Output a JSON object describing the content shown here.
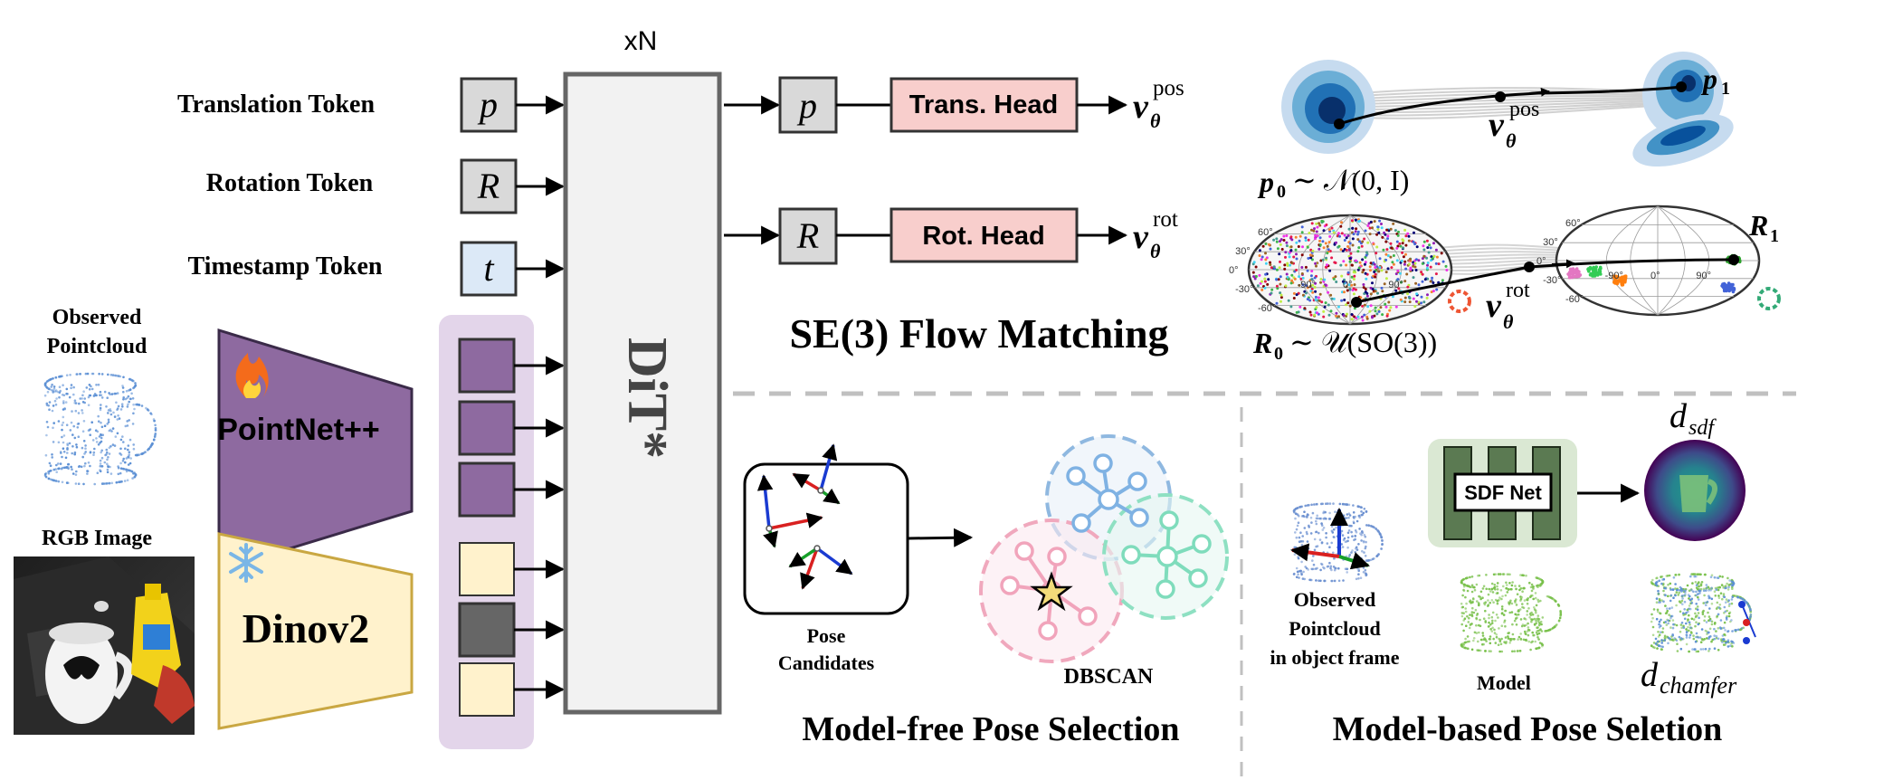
{
  "repeat_label": "xN",
  "tokens": {
    "translation": "Translation Token",
    "rotation": "Rotation Token",
    "timestamp": "Timestamp Token",
    "p_symbol": "p",
    "r_symbol": "R",
    "t_symbol": "t"
  },
  "inputs": {
    "observed_line1": "Observed",
    "observed_line2": "Pointcloud",
    "rgb_image": "RGB Image",
    "pointnet": "PointNet++",
    "dinov2": "Dinov2"
  },
  "dit_label": "DiT*",
  "heads": {
    "trans_head": "Trans. Head",
    "rot_head": "Rot. Head",
    "v_symbol": "v",
    "theta_symbol": "θ",
    "pos_sup": "pos",
    "rot_sup": "rot"
  },
  "flow": {
    "title": "SE(3) Flow Matching",
    "p0": "p",
    "p0_sub": "0",
    "p0_dist": "∼ 𝒩(0, I)",
    "p1": "p",
    "p1_sub": "1",
    "r0": "R",
    "r0_sub": "0",
    "r0_dist": "∼ 𝒰(SO(3))",
    "r1": "R",
    "r1_sub": "1",
    "lat_ticks_left": [
      "60°",
      "30°",
      "0°",
      "-30°",
      "-60°"
    ],
    "lon_ticks_left": [
      "-90°",
      "0°",
      "90°"
    ],
    "lat_ticks_right": [
      "60°",
      "30°",
      "0°",
      "-30°",
      "-60°"
    ],
    "lon_ticks_right": [
      "-90°",
      "0°",
      "90°"
    ]
  },
  "model_free": {
    "title": "Model-free Pose Selection",
    "pose_line1": "Pose",
    "pose_line2": "Candidates",
    "dbscan": "DBSCAN"
  },
  "model_based": {
    "title": "Model-based Pose Seletion",
    "observed_line1": "Observed",
    "observed_line2": "Pointcloud",
    "observed_line3": "in object frame",
    "sdf_net": "SDF Net",
    "model": "Model",
    "d_sdf": "d",
    "d_sdf_sub": "sdf",
    "d_chamfer": "d",
    "d_chamfer_sub": "chamfer"
  },
  "colors": {
    "token_gray": "#d9d9d9",
    "token_blue": "#dce9f7",
    "head_pink": "#f8cecc",
    "pointnet_purple": "#8e6aa0",
    "dinov2_yellow": "#fff2cc",
    "column_lilac": "#e3d5ea",
    "sdf_green": "#dae8d3",
    "sdf_dark": "#5b7a52"
  }
}
